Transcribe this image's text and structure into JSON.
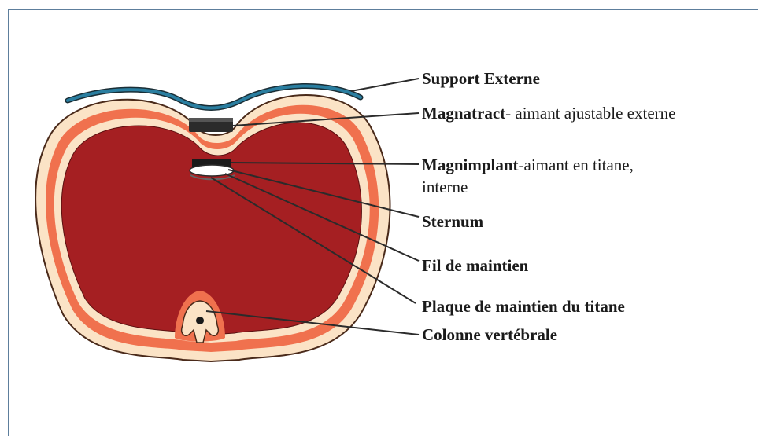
{
  "labels": {
    "support": {
      "bold": "Support Externe",
      "rest": ""
    },
    "magnatract": {
      "bold": "Magnatract",
      "rest": "- aimant ajustable externe"
    },
    "magnimplant": {
      "bold": "Magnimplant",
      "rest": "-aimant en titane,",
      "line2": "interne"
    },
    "sternum": {
      "bold": "Sternum",
      "rest": ""
    },
    "fil": {
      "bold": "Fil de maintien",
      "rest": ""
    },
    "plaque": {
      "bold": "Plaque de maintien du titane",
      "rest": ""
    },
    "colonne": {
      "bold": "Colonne vertébrale",
      "rest": ""
    }
  },
  "colors": {
    "muscle": "#a51f22",
    "tissue": "#f0714e",
    "skin": "#fbe3c6",
    "outline": "#4a2a1a",
    "support": "#1e5f7a",
    "magnet": "#2b2b2b",
    "frame": "#5d7e9c"
  }
}
